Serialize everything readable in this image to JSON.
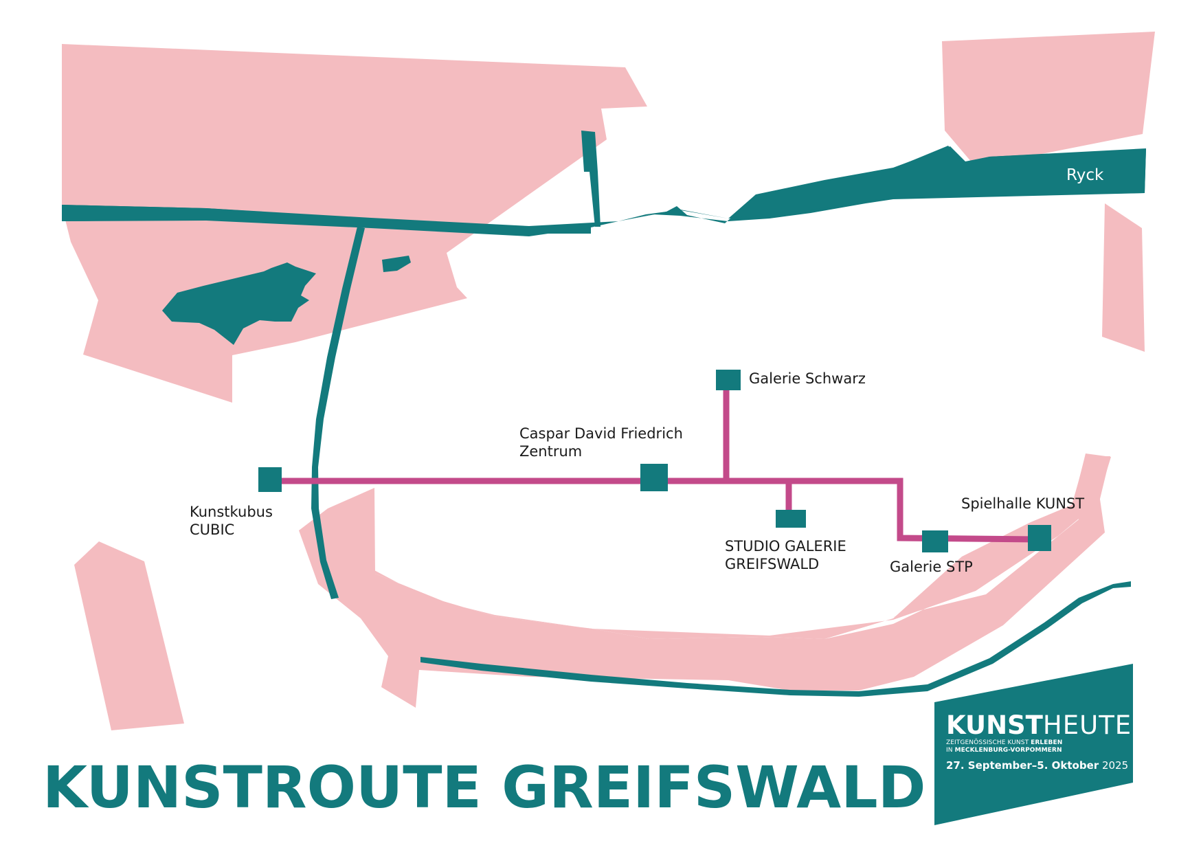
{
  "colors": {
    "land": "#f4bcc0",
    "water": "#137a7d",
    "route": "#c34a8a",
    "label_text": "#1a1a1a",
    "background": "#ffffff"
  },
  "river_label": "Ryck",
  "stations": [
    {
      "id": "kunstkubus",
      "label": "Kunstkubus\nCUBIC"
    },
    {
      "id": "caspar",
      "label": "Caspar David Friedrich\nZentrum"
    },
    {
      "id": "schwarz",
      "label": "Galerie Schwarz"
    },
    {
      "id": "studio",
      "label": "STUDIO GALERIE\nGREIFSWALD"
    },
    {
      "id": "stp",
      "label": "Galerie STP"
    },
    {
      "id": "spielhalle",
      "label": "Spielhalle KUNST"
    }
  ],
  "title": "KUNSTROUTE GREIFSWALD",
  "badge": {
    "head_bold": "KUNST",
    "head_thin": "HEUTE",
    "sub1_normal": "ZEITGENÖSSISCHE KUNST ",
    "sub1_bold": "ERLEBEN",
    "sub2_normal": "IN ",
    "sub2_bold": "MECKLENBURG-VORPOMMERN",
    "date_bold": "27. September–5. Oktober",
    "date_year": "2025"
  }
}
